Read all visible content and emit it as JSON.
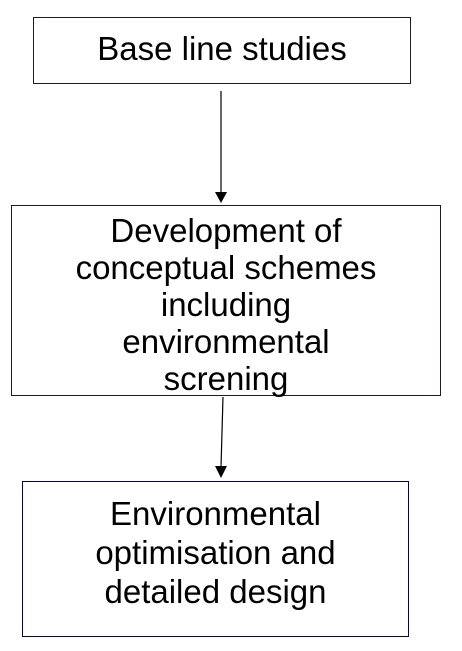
{
  "diagram": {
    "nodes": [
      {
        "id": "baseline",
        "lines": [
          "Base line studies"
        ]
      },
      {
        "id": "development",
        "lines": [
          "Development of",
          "conceptual schemes",
          "including",
          "environmental",
          "screning"
        ]
      },
      {
        "id": "optimisation",
        "lines": [
          "Environmental",
          "optimisation and",
          "detailed design"
        ]
      }
    ],
    "edges": [
      {
        "from": "baseline",
        "to": "development"
      },
      {
        "from": "development",
        "to": "optimisation"
      }
    ],
    "colors": {
      "text": "#000000",
      "border": "#1a1a40",
      "border_last": "#000066",
      "arrow": "#000000",
      "background": "#ffffff"
    }
  }
}
